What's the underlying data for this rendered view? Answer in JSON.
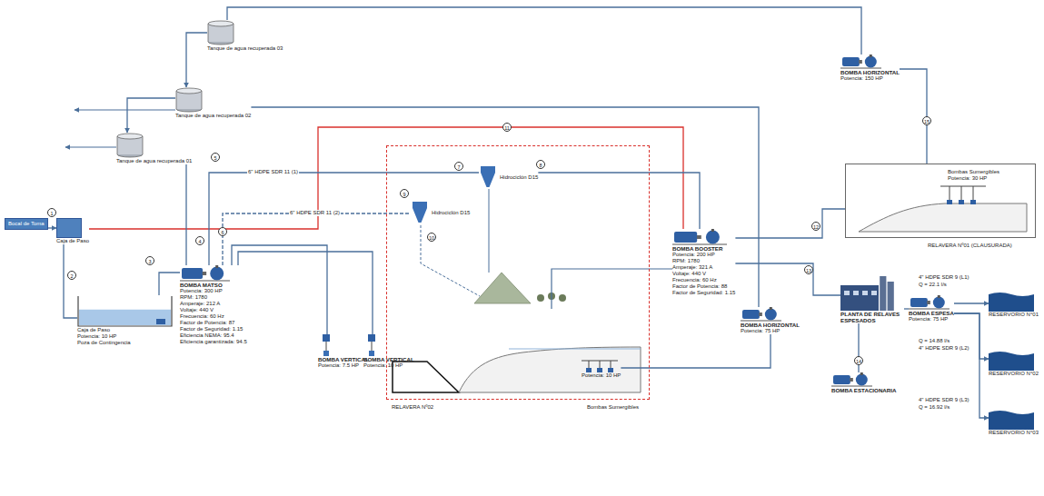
{
  "diagram": {
    "nodes": [
      {
        "text": [
          "Bocal de Toma"
        ]
      },
      {
        "text": [
          "Caja de Paso"
        ]
      },
      {
        "text": [
          "Tanque de agua recuperada 03"
        ]
      },
      {
        "text": [
          "Tanque de agua recuperada 02"
        ]
      },
      {
        "text": [
          "Tanque de agua recuperada 01"
        ]
      },
      {
        "text": [
          "Caja de Paso",
          "Potencia: 10 HP",
          "Poza de Contingencia"
        ]
      },
      {
        "text": [
          "BOMBA MATSO",
          "Potencia: 300 HP",
          "RPM: 1780",
          "Amperaje: 212 A",
          "Voltaje: 440 V",
          "Frecuencia: 60 Hz",
          "Factor de Potencia: 87",
          "Factor de Seguridad: 1.15",
          "Eficiencia NEMA: 95.4",
          "Eficiencia garantizada: 94.5"
        ]
      },
      {
        "text": [
          "BOMBA VERTICAL",
          "Potencia: 7.5 HP"
        ]
      },
      {
        "text": [
          "BOMBA VERTICAL",
          "Potencia: 10 HP"
        ]
      },
      {
        "text": [
          "RELAVERA Nº02",
          "Bombas Sumergibles"
        ]
      },
      {
        "text": [
          "Hidrociclón D15"
        ],
        "in": 9
      },
      {
        "text": [
          "Hidrociclón D15"
        ],
        "in": 9
      },
      {
        "text": [
          "Potencia: 10 HP"
        ],
        "in": 9
      },
      {
        "text": [
          "BOMBA BOOSTER",
          "Potencia: 200 HP",
          "RPM: 1780",
          "Amperaje: 321 A",
          "Voltaje: 440 V",
          "Frecuencia: 60 Hz",
          "Factor de Potencia: 88",
          "Factor de Seguridad: 1.15"
        ]
      },
      {
        "text": [
          "BOMBA HORIZONTAL",
          "Potencia: 75 HP"
        ]
      },
      {
        "text": [
          "BOMBA HORIZONTAL",
          "Potencia: 150 HP"
        ]
      },
      {
        "text": [
          "Bombas Sumergibles",
          "Potencia: 30 HP",
          "RELAVERA Nº01 (CLAUSURADA)"
        ]
      },
      {
        "text": [
          "PLANTA DE RELAVES ESPESADOS"
        ]
      },
      {
        "text": [
          "BOMBA ESTACIONARIA"
        ]
      },
      {
        "text": [
          "BOMBA ESPESA",
          "Potencia: 75 HP"
        ]
      },
      {
        "text": [
          "RESERVORIO N°01"
        ]
      },
      {
        "text": [
          "RESERVORIO N°02"
        ]
      },
      {
        "text": [
          "RESERVORIO N°03"
        ]
      }
    ],
    "edges": [
      {
        "from": 0,
        "to": 1,
        "arrow": "to"
      },
      {
        "from": 1,
        "to": 5,
        "arrow": "none"
      },
      {
        "from": 5,
        "to": 6,
        "arrow": "none"
      },
      {
        "from": 1,
        "to": 13,
        "arrow": "none"
      },
      {
        "from": 6,
        "to": 10,
        "label": "6\" HDPE SDR 11 (1)",
        "arrow": "none"
      },
      {
        "from": 6,
        "to": 11,
        "label": "6\" HDPE SDR 11 (2)",
        "arrow": "none"
      },
      {
        "from": 10,
        "to": 13,
        "arrow": "none"
      },
      {
        "from": 14,
        "to": 3,
        "arrow": "none"
      },
      {
        "from": 15,
        "to": 2,
        "arrow": "none"
      },
      {
        "from": 16,
        "to": 15,
        "arrow": "none"
      },
      {
        "from": 12,
        "to": 14,
        "arrow": "none"
      },
      {
        "from": 13,
        "to": 16,
        "arrow": "none"
      },
      {
        "from": 13,
        "to": 17,
        "arrow": "none"
      },
      {
        "from": 18,
        "to": 17,
        "arrow": "none"
      },
      {
        "from": 17,
        "to": 19,
        "arrow": "none"
      },
      {
        "from": 19,
        "to": 20,
        "arrow": "to"
      },
      {
        "from": 19,
        "to": 21,
        "arrow": "to"
      },
      {
        "from": 19,
        "to": 22,
        "arrow": "to"
      },
      {
        "from": 6,
        "to": 4,
        "arrow": "none"
      },
      {
        "from": 2,
        "to": 3,
        "arrow": "to"
      },
      {
        "from": 3,
        "to": 4,
        "arrow": "to"
      },
      {
        "from": 7,
        "to": 6,
        "arrow": "none"
      },
      {
        "from": 8,
        "to": 6,
        "arrow": "none"
      }
    ],
    "labels": [
      "1",
      "2",
      "3",
      "4",
      "5",
      "6",
      "7",
      "8",
      "9",
      "10",
      "11",
      "12",
      "13",
      "14",
      "15",
      "4\" HDPE SDR 9 (L1)",
      "Q = 22.1 l/s",
      "Q = 14.88 l/s",
      "4\" HDPE SDR 9 (L2)",
      "4\" HDPE SDR 9 (L3)",
      "Q = 16.92 l/s"
    ]
  }
}
